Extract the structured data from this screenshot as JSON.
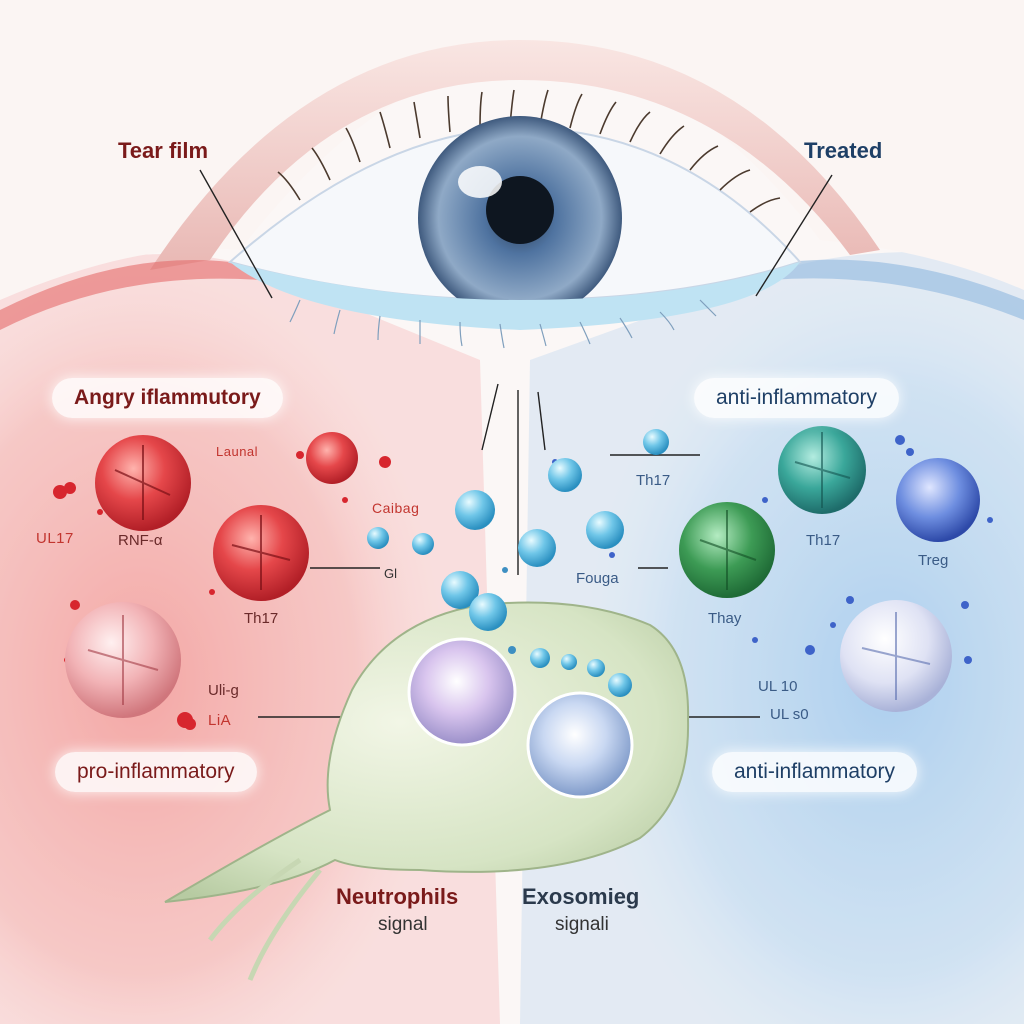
{
  "labels": {
    "tear_film": "Tear film",
    "treated": "Treated",
    "angry_inflammatory": "Angry iflammutory",
    "anti_inflammatory_top": "anti-inflammatory",
    "pro_inflammatory": "pro-inflammatory",
    "anti_inflammatory_bottom": "anti-inflammatory",
    "neutrophils": "Neutrophils",
    "neutrophils_sub": "signal",
    "exosomes": "Exosomieg",
    "exosomes_sub": "signali"
  },
  "cell_labels": {
    "il17_left": "UL17",
    "tnf": "RNF-α",
    "th17_left": "Th17",
    "il6": "Uli-g",
    "il_la": "LiA",
    "signal_small": "Launal",
    "center_top": "Caibag",
    "center_gl": "Gl",
    "th17_right_top": "Th17",
    "th17_right_mid": "Th17",
    "treg": "Treg",
    "foxp3": "Fouga",
    "thay": "Thay",
    "il10": "UL 10",
    "il_s0": "UL s0"
  },
  "colors": {
    "pro_red": "#e2474a",
    "anti_blue": "#7fb8e6",
    "teal": "#3aa79a",
    "green": "#3d9b55",
    "treg_blue": "#4e71d1",
    "iris": "#5f82aa"
  }
}
